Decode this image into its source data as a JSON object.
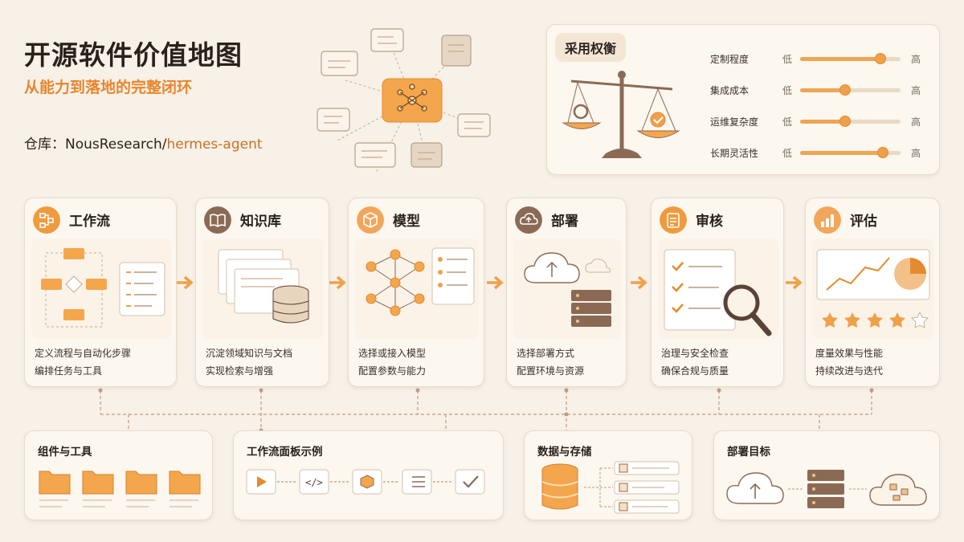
{
  "header": {
    "title": "开源软件价值地图",
    "subtitle": "从能力到落地的完整闭环",
    "repo_label": "仓库：",
    "repo_owner": "NousResearch/",
    "repo_name": "hermes-agent"
  },
  "tradeoff": {
    "title": "采用权衡",
    "low": "低",
    "high": "高",
    "sliders": [
      {
        "label": "定制程度",
        "level": 0.8
      },
      {
        "label": "集成成本",
        "level": 0.45
      },
      {
        "label": "运维复杂度",
        "level": 0.45
      },
      {
        "label": "长期灵活性",
        "level": 0.82
      }
    ]
  },
  "stages": [
    {
      "name": "工作流",
      "desc1": "定义流程与自动化步骤",
      "desc2": "编排任务与工具",
      "icon": "workflow-icon"
    },
    {
      "name": "知识库",
      "desc1": "沉淀领域知识与文档",
      "desc2": "实现检索与增强",
      "icon": "book-icon"
    },
    {
      "name": "模型",
      "desc1": "选择或接入模型",
      "desc2": "配置参数与能力",
      "icon": "cube-icon"
    },
    {
      "name": "部署",
      "desc1": "选择部署方式",
      "desc2": "配置环境与资源",
      "icon": "cloud-upload-icon"
    },
    {
      "name": "审核",
      "desc1": "治理与安全检查",
      "desc2": "确保合规与质量",
      "icon": "clipboard-check-icon"
    },
    {
      "name": "评估",
      "desc1": "度量效果与性能",
      "desc2": "持续改进与迭代",
      "icon": "bar-chart-icon"
    }
  ],
  "bottom": {
    "components": "组件与工具",
    "workflow_panel": "工作流面板示例",
    "data_storage": "数据与存储",
    "deploy_target": "部署目标"
  },
  "colors": {
    "accent": "#e8862f",
    "brown": "#8b6a55",
    "bg": "#f8f1e7"
  }
}
